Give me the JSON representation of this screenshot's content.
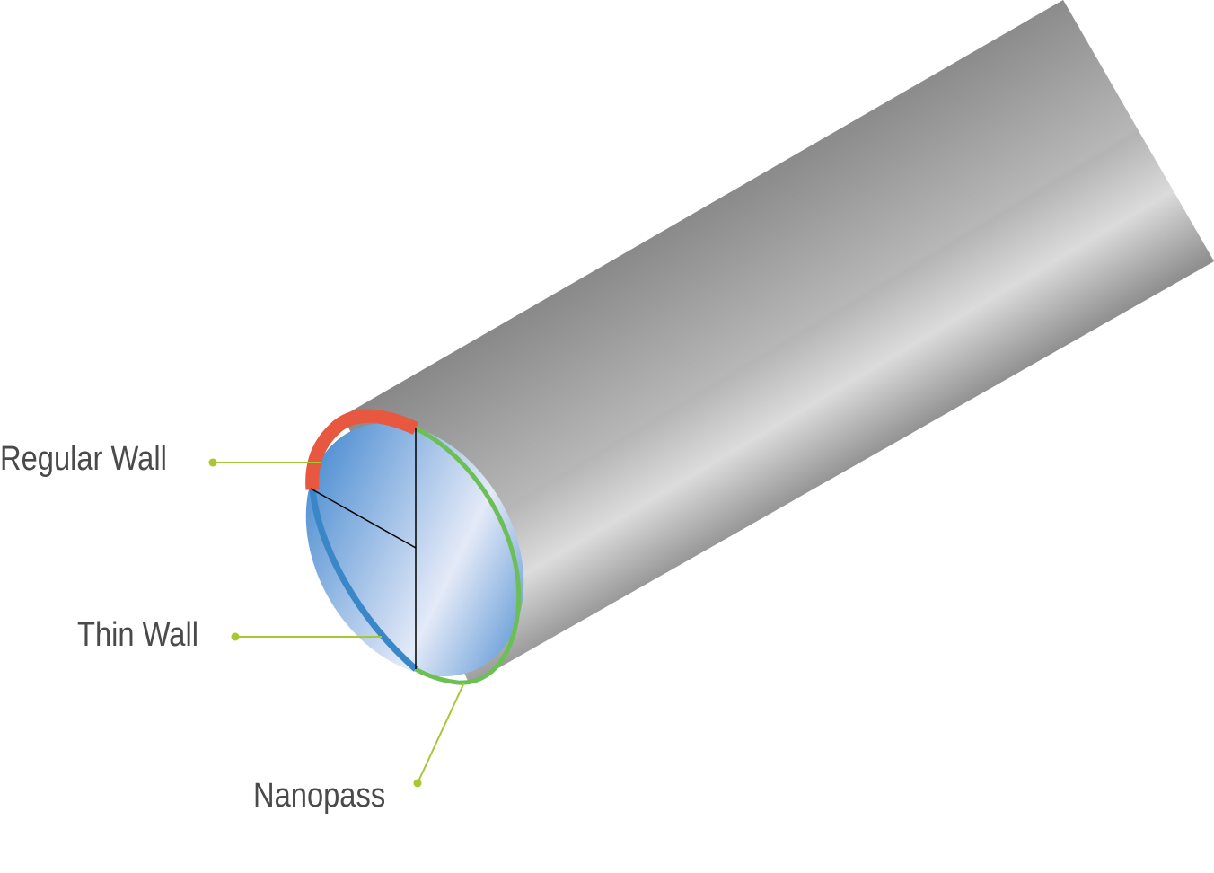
{
  "labels": {
    "regular_wall": "Regular Wall",
    "thin_wall": "Thin Wall",
    "nanopass": "Nanopass"
  },
  "colors": {
    "regular_wall": "#e8573f",
    "thin_wall": "#3a87c8",
    "nanopass": "#6cbf55",
    "leader": "#a6c832",
    "tube_light": "#f2f2f2",
    "tube_dark": "#8a8a8a",
    "bore_light": "#e2e9f7",
    "bore_dark": "#4a8bd0"
  }
}
